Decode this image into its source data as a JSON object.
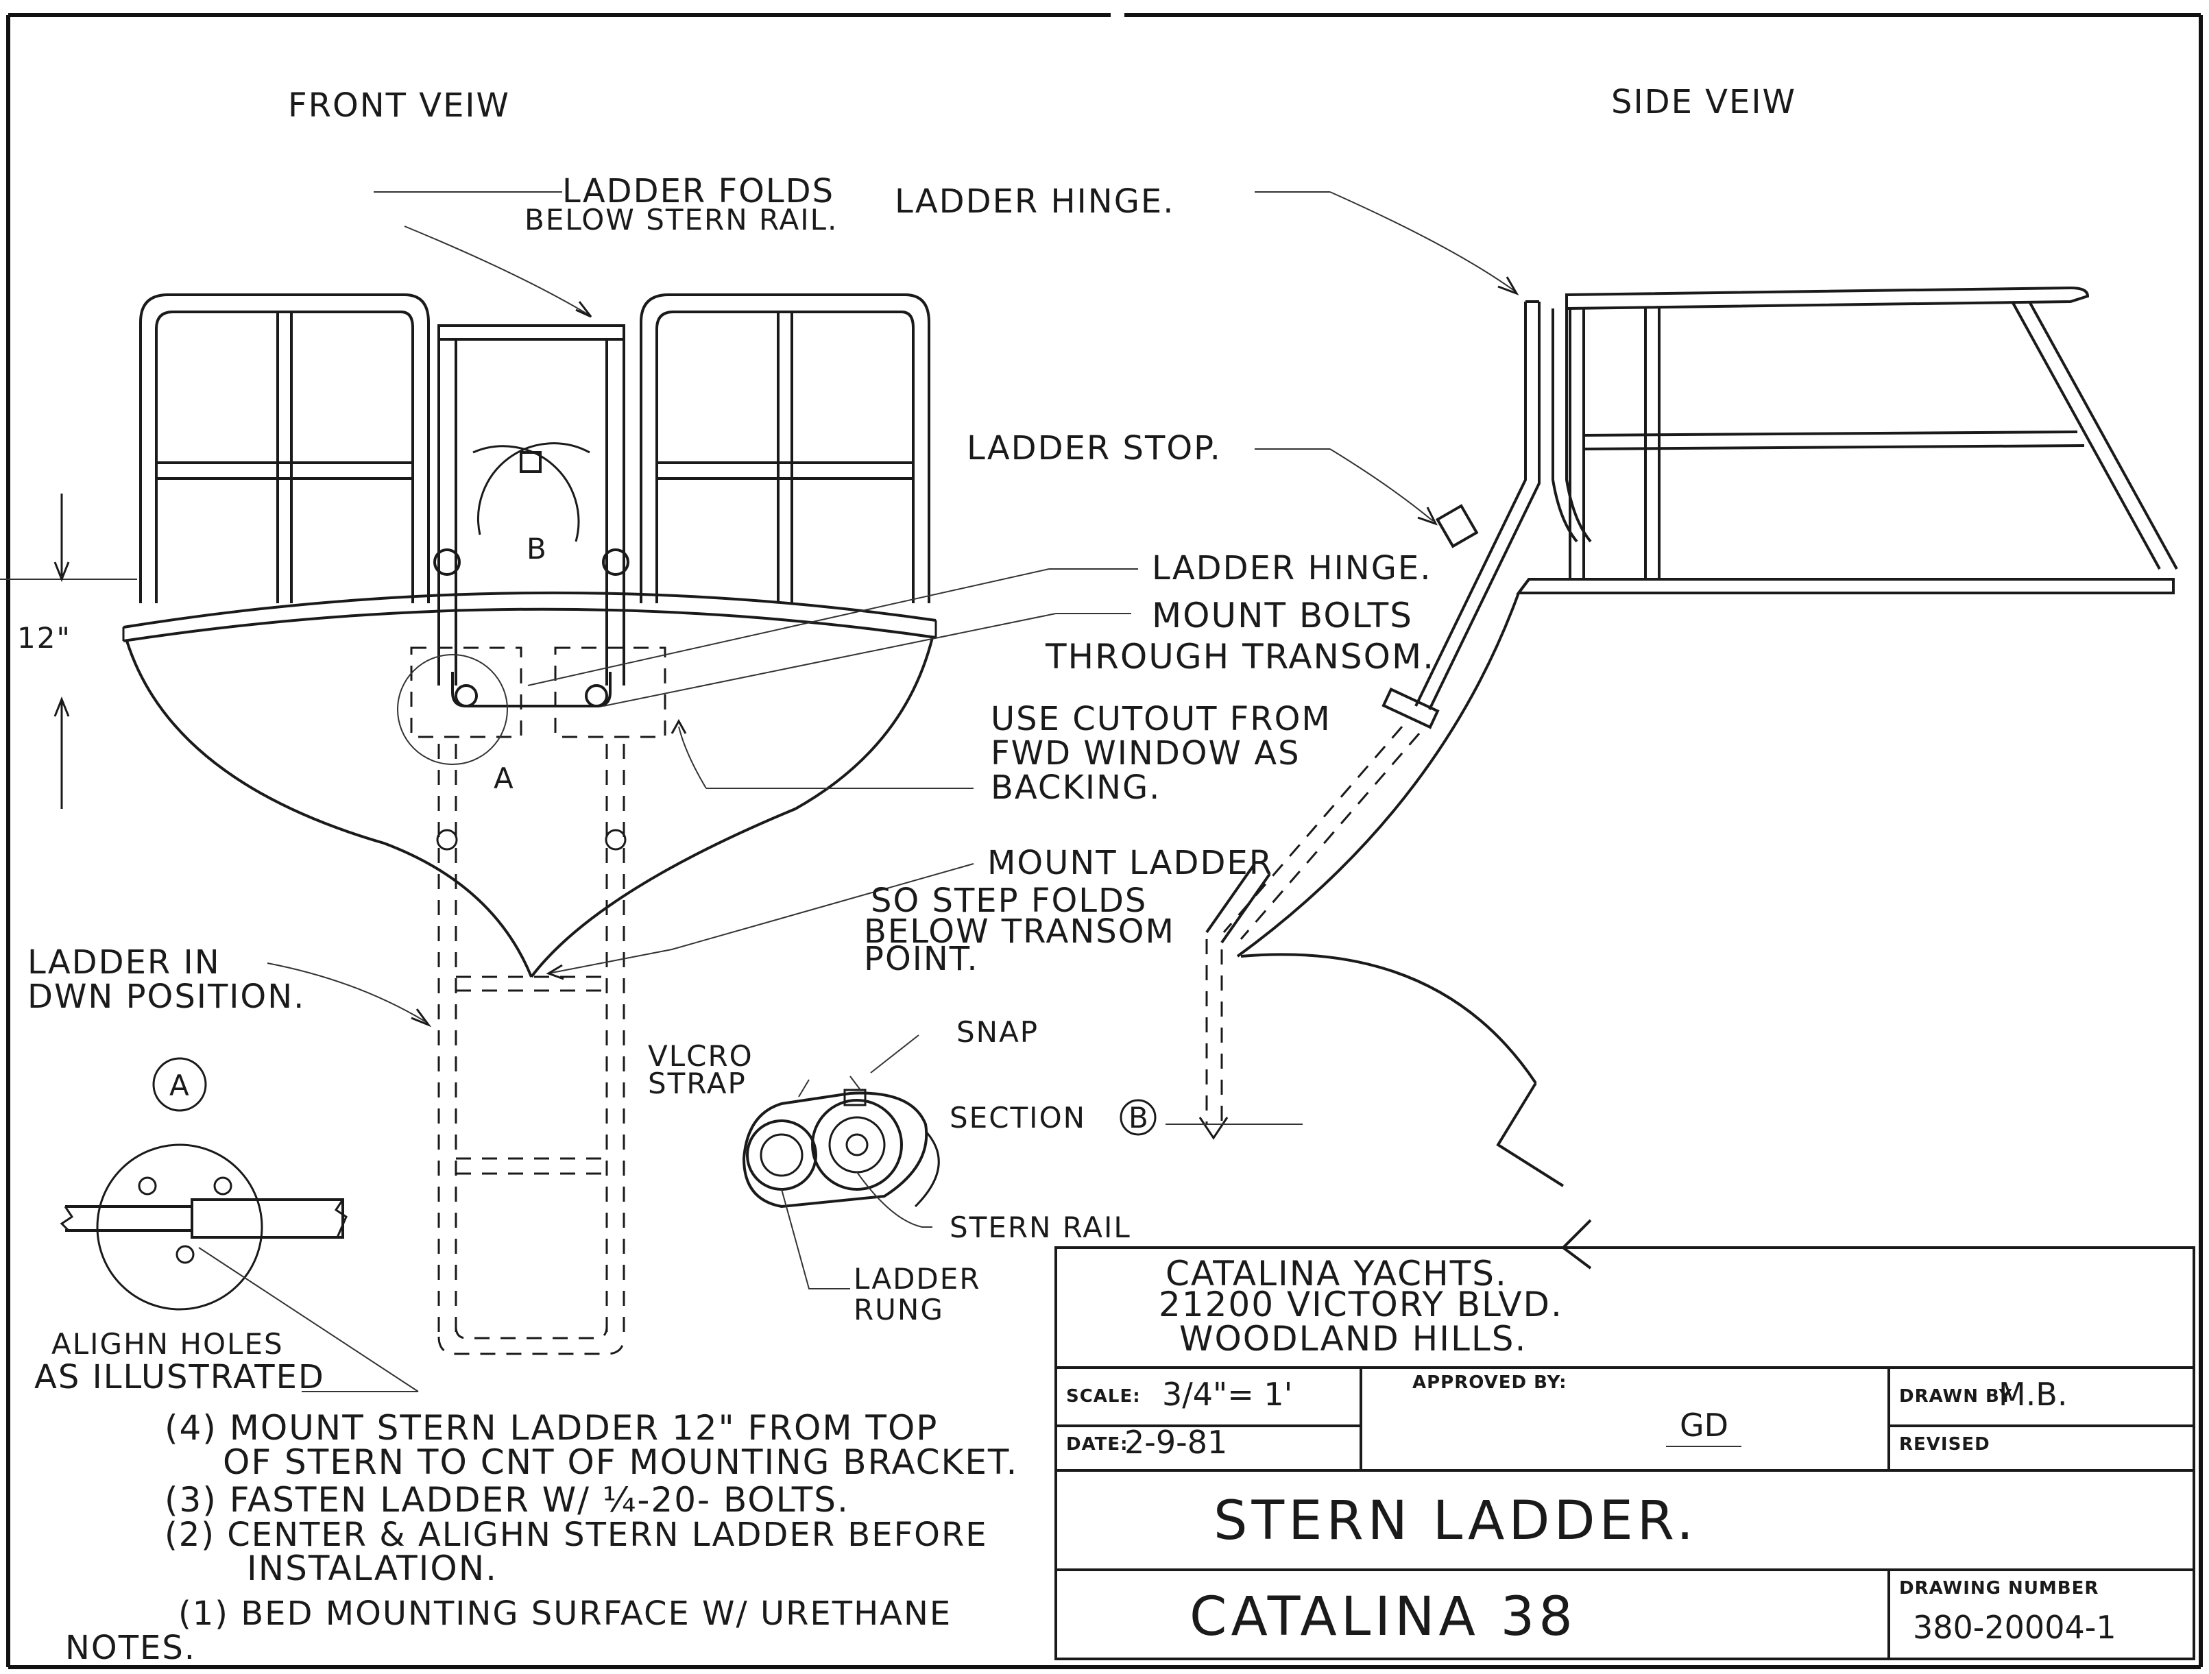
{
  "views": {
    "front": "FRONT VEIW",
    "side": "SIDE VEIW"
  },
  "labels": {
    "ladder_folds_1": "LADDER FOLDS",
    "ladder_folds_2": "BELOW STERN RAIL.",
    "ladder_hinge_top": "LADDER HINGE.",
    "ladder_stop": "LADDER STOP.",
    "ladder_hinge_mid": "LADDER HINGE.",
    "mount_bolts_1": "MOUNT BOLTS",
    "mount_bolts_2": "THROUGH TRANSOM.",
    "cutout_1": "USE CUTOUT FROM",
    "cutout_2": "FWD WINDOW AS",
    "cutout_3": "BACKING.",
    "mount_ladder_1": "MOUNT LADDER",
    "mount_ladder_2": "SO STEP FOLDS",
    "mount_ladder_3": "BELOW TRANSOM",
    "mount_ladder_4": "POINT.",
    "ladder_in_1": "LADDER IN",
    "ladder_in_2": "DWN POSITION.",
    "dim_12": "12\"",
    "detail_b": "B",
    "detail_a": "A",
    "detail_a_circle": "A",
    "velcro_1": "VLCRO",
    "velcro_2": "STRAP",
    "snap": "SNAP",
    "section": "SECTION",
    "section_b": "B",
    "stern_rail": "STERN RAIL",
    "ladder_rung_1": "LADDER",
    "ladder_rung_2": "RUNG",
    "align_1": "ALIGHN HOLES",
    "align_2": "AS ILLUSTRATED"
  },
  "notes": {
    "n4a": "(4) MOUNT STERN LADDER 12\" FROM TOP",
    "n4b": "OF STERN TO CNT OF MOUNTING BRACKET.",
    "n3": "(3) FASTEN LADDER W/ ¼-20- BOLTS.",
    "n2a": "(2) CENTER & ALIGHN STERN LADDER BEFORE",
    "n2b": "INSTALATION.",
    "n1": "(1) BED MOUNTING SURFACE W/ URETHANE",
    "heading": "NOTES."
  },
  "title_block": {
    "company_1": "CATALINA YACHTS.",
    "company_2": "21200 VICTORY BLVD.",
    "company_3": "WOODLAND HILLS.",
    "scale_caption": "SCALE:",
    "scale_value": "3/4\"= 1'",
    "approved_caption": "APPROVED BY:",
    "approved_value": "GD",
    "drawn_caption": "DRAWN BY",
    "drawn_value": "M.B.",
    "date_caption": "DATE:",
    "date_value": "2-9-81",
    "revised_caption": "REVISED",
    "title": "STERN LADDER.",
    "project": "CATALINA 38",
    "drawing_number_caption": "DRAWING NUMBER",
    "drawing_number": "380-20004-1"
  }
}
